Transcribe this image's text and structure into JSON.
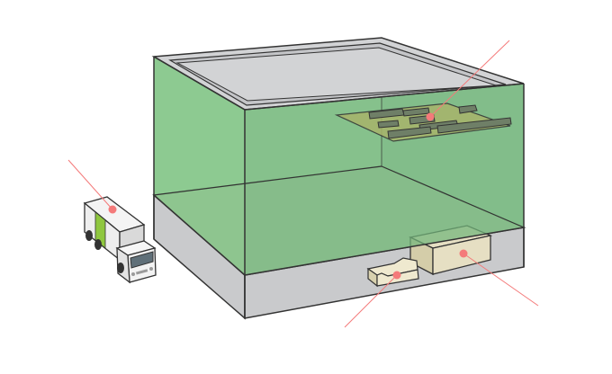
{
  "diagram": {
    "subject": "warehouse-cutaway",
    "callout_marker_color": "#f47a7a",
    "callouts": [
      {
        "id": "delivery-truck"
      },
      {
        "id": "ceiling-equipment-rack"
      },
      {
        "id": "floor-cargo-box"
      },
      {
        "id": "floor-machine"
      }
    ],
    "colors": {
      "outline": "#333333",
      "roof": "#d2d3d5",
      "floor_base": "#c9cacc",
      "glass_green": "#7fc383",
      "glass_green_dark": "#6aa973",
      "floor_glass": "#b9cbb0",
      "rack_plate": "#a8b46b",
      "rack_bar": "#6f7f67",
      "cargo": "#e6dfc3",
      "truck_body": "#eeeeee",
      "truck_stripe": "#8fc73f"
    }
  }
}
